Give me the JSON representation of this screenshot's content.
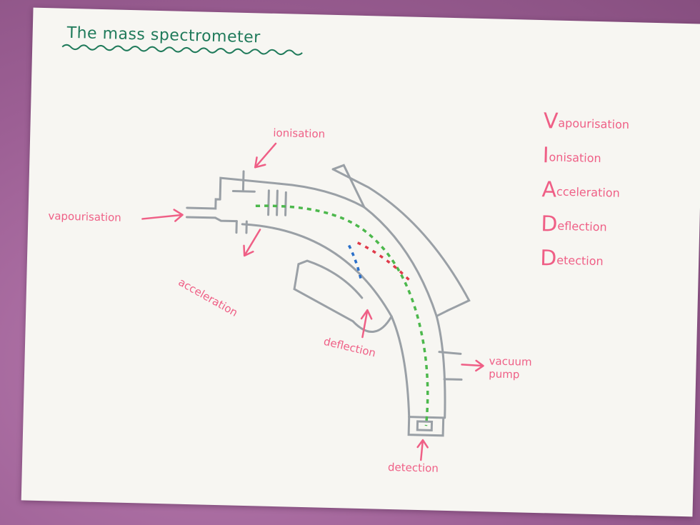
{
  "title": "The mass spectrometer",
  "labels": {
    "ionisation": "ionisation",
    "vapourisation": "vapourisation",
    "acceleration": "acceleration",
    "deflection": "deflection",
    "vacuum_pump": "vacuum pump",
    "detection": "detection"
  },
  "mnemonic": [
    {
      "initial": "V",
      "rest": "apourisation"
    },
    {
      "initial": "I",
      "rest": "onisation"
    },
    {
      "initial": "A",
      "rest": "cceleration"
    },
    {
      "initial": "D",
      "rest": "eflection"
    },
    {
      "initial": "D",
      "rest": "etection"
    }
  ],
  "colors": {
    "title": "#1f7a5a",
    "labels": "#ef5f86",
    "apparatus": "#9aa0a6",
    "ion_path": "#4cb84c",
    "deflected_light": "#2a6fc9",
    "deflected_heavy": "#e03a4a"
  }
}
